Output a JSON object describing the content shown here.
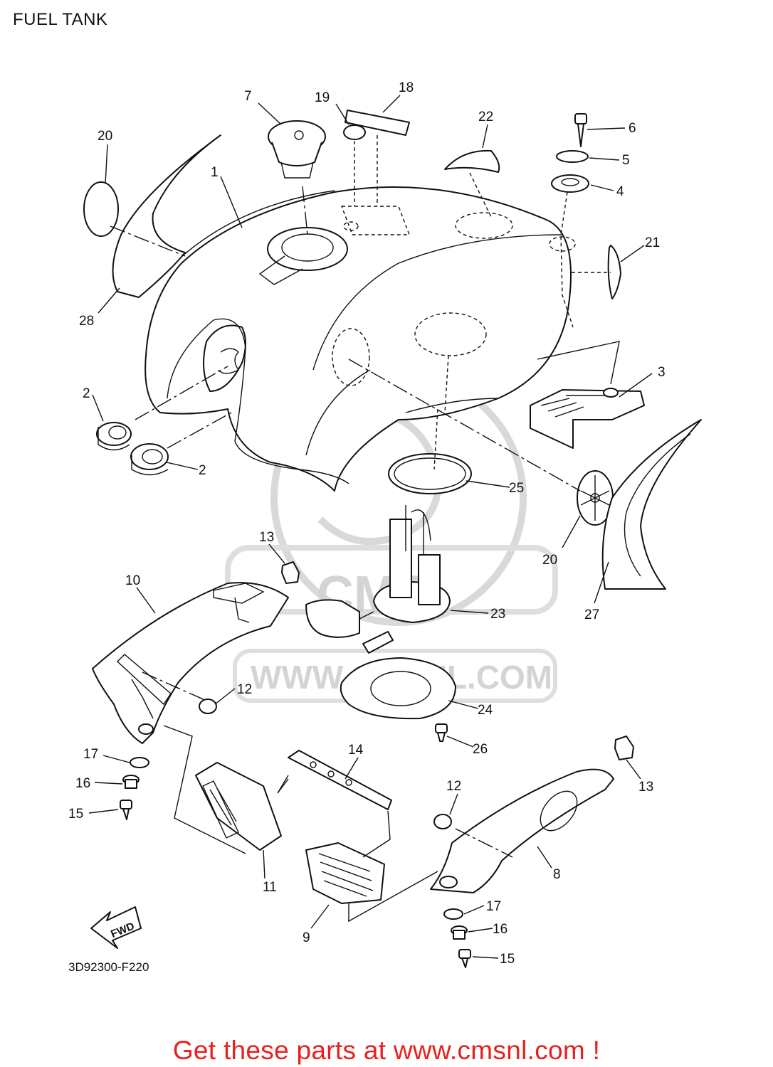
{
  "title": "FUEL TANK",
  "diagram_code": "3D92300-F220",
  "fwd_label": "FWD",
  "watermark": {
    "url_text": "WWW.CMSNL.COM",
    "logo_text": "CMS"
  },
  "promo_banner": "Get these parts at www.cmsnl.com !",
  "callouts": [
    {
      "id": "c1",
      "label": "1"
    },
    {
      "id": "c2a",
      "label": "2"
    },
    {
      "id": "c2b",
      "label": "2"
    },
    {
      "id": "c3",
      "label": "3"
    },
    {
      "id": "c4",
      "label": "4"
    },
    {
      "id": "c5",
      "label": "5"
    },
    {
      "id": "c6",
      "label": "6"
    },
    {
      "id": "c7",
      "label": "7"
    },
    {
      "id": "c8",
      "label": "8"
    },
    {
      "id": "c9",
      "label": "9"
    },
    {
      "id": "c10",
      "label": "10"
    },
    {
      "id": "c11",
      "label": "11"
    },
    {
      "id": "c12a",
      "label": "12"
    },
    {
      "id": "c12b",
      "label": "12"
    },
    {
      "id": "c13a",
      "label": "13"
    },
    {
      "id": "c13b",
      "label": "13"
    },
    {
      "id": "c14",
      "label": "14"
    },
    {
      "id": "c15a",
      "label": "15"
    },
    {
      "id": "c15b",
      "label": "15"
    },
    {
      "id": "c16a",
      "label": "16"
    },
    {
      "id": "c16b",
      "label": "16"
    },
    {
      "id": "c17a",
      "label": "17"
    },
    {
      "id": "c17b",
      "label": "17"
    },
    {
      "id": "c18",
      "label": "18"
    },
    {
      "id": "c19",
      "label": "19"
    },
    {
      "id": "c20a",
      "label": "20"
    },
    {
      "id": "c20b",
      "label": "20"
    },
    {
      "id": "c21",
      "label": "21"
    },
    {
      "id": "c22",
      "label": "22"
    },
    {
      "id": "c23",
      "label": "23"
    },
    {
      "id": "c24",
      "label": "24"
    },
    {
      "id": "c25",
      "label": "25"
    },
    {
      "id": "c26",
      "label": "26"
    },
    {
      "id": "c27",
      "label": "27"
    },
    {
      "id": "c28",
      "label": "28"
    }
  ]
}
